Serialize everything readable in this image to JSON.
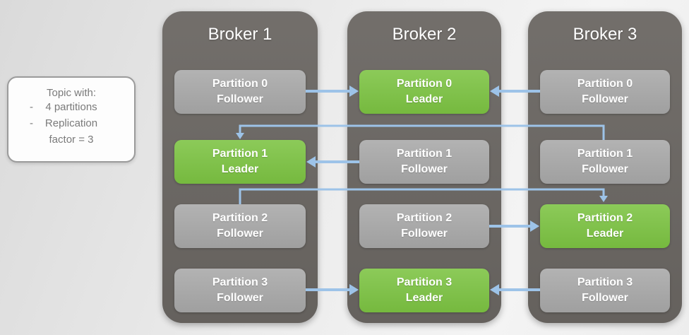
{
  "note": {
    "title": "Topic with:",
    "dash": "-",
    "bullets": [
      "4 partitions",
      "Replication factor = 3"
    ]
  },
  "brokers": [
    {
      "title": "Broker 1",
      "partitions": [
        {
          "name": "Partition 0",
          "role": "Follower"
        },
        {
          "name": "Partition 1",
          "role": "Leader"
        },
        {
          "name": "Partition 2",
          "role": "Follower"
        },
        {
          "name": "Partition 3",
          "role": "Follower"
        }
      ]
    },
    {
      "title": "Broker 2",
      "partitions": [
        {
          "name": "Partition 0",
          "role": "Leader"
        },
        {
          "name": "Partition 1",
          "role": "Follower"
        },
        {
          "name": "Partition 2",
          "role": "Follower"
        },
        {
          "name": "Partition 3",
          "role": "Leader"
        }
      ]
    },
    {
      "title": "Broker 3",
      "partitions": [
        {
          "name": "Partition 0",
          "role": "Follower"
        },
        {
          "name": "Partition 1",
          "role": "Follower"
        },
        {
          "name": "Partition 2",
          "role": "Leader"
        },
        {
          "name": "Partition 3",
          "role": "Follower"
        }
      ]
    }
  ],
  "colors": {
    "leader_green": "#7cc342",
    "follower_gray": "#a8a8a8",
    "broker_gray": "#6b6763",
    "arrow_blue": "#9dc3e8",
    "note_text_gray": "#7a7a7a",
    "background_gray": "#ececec"
  }
}
